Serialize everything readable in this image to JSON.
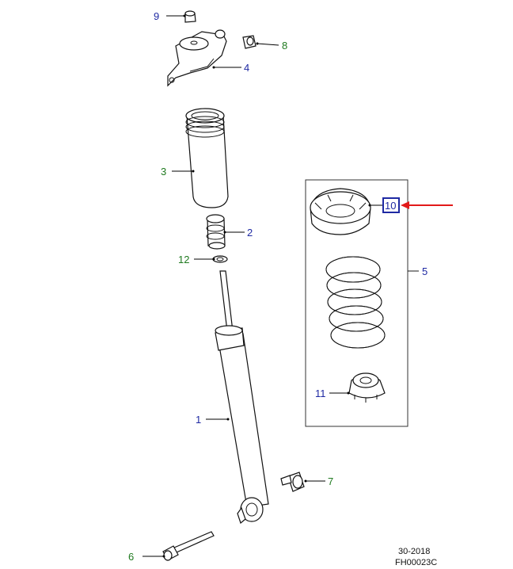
{
  "colors": {
    "blue_label": "#1f2aa3",
    "green_label": "#1f7a1f",
    "highlight_arrow": "#e21a1a",
    "highlight_box": "#1f2aa3"
  },
  "callouts": {
    "c1": "1",
    "c2": "2",
    "c3": "3",
    "c4": "4",
    "c5": "5",
    "c6": "6",
    "c7": "7",
    "c8": "8",
    "c9": "9",
    "c10": "10",
    "c11": "11",
    "c12": "12"
  },
  "footer": {
    "section": "30-2018",
    "code": "FH00023C"
  }
}
